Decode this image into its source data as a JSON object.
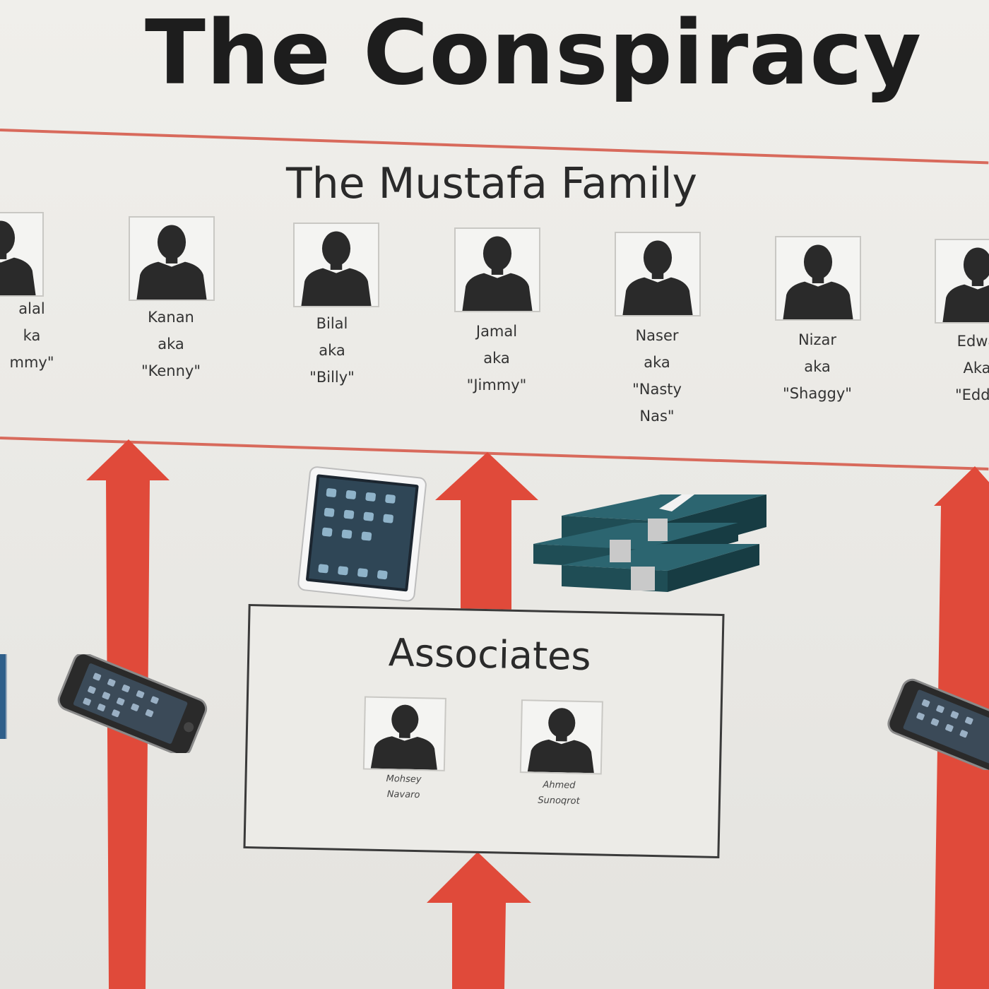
{
  "slide": {
    "title": "The Conspiracy",
    "family_heading": "The Mustafa Family",
    "associates_heading": "Associates"
  },
  "family": [
    {
      "name": "alal\nka\nmmy\"",
      "icon": "person-silhouette-icon"
    },
    {
      "name": "Kanan\naka\n\"Kenny\"",
      "icon": "person-silhouette-icon"
    },
    {
      "name": "Bilal\naka\n\"Billy\"",
      "icon": "person-silhouette-icon"
    },
    {
      "name": "Jamal\naka\n\"Jimmy\"",
      "icon": "person-silhouette-icon"
    },
    {
      "name": "Naser\naka\n\"Nasty\nNas\"",
      "icon": "person-silhouette-icon"
    },
    {
      "name": "Nizar\naka\n\"Shaggy\"",
      "icon": "person-silhouette-icon"
    },
    {
      "name": "Edwa\nAka\n\"Eddy",
      "icon": "person-silhouette-icon"
    }
  ],
  "associates": [
    {
      "name": "Mohsey\nNavaro",
      "icon": "person-silhouette-icon"
    },
    {
      "name": "Ahmed\nSunoqrot",
      "icon": "person-silhouette-icon"
    }
  ],
  "devices": [
    {
      "icon": "tablet-icon"
    },
    {
      "icon": "cash-stack-icon"
    },
    {
      "icon": "smartphone-icon"
    },
    {
      "icon": "smartphone-icon"
    }
  ],
  "colors": {
    "arrow": "#e04a3a",
    "rule": "#d86a5c",
    "silhouette": "#2a2a2a",
    "cash": "#1f4d55"
  }
}
